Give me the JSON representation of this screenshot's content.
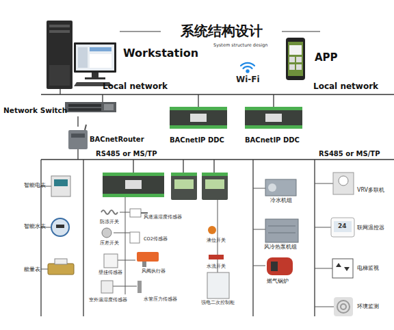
{
  "diagram": {
    "title": "系统结构设计",
    "nodes": [
      {
        "text": [
          "Workstation"
        ]
      },
      {
        "text": [
          "APP"
        ]
      },
      {
        "text": [
          "Network Switch"
        ]
      },
      {
        "text": [
          "BACnetRouter"
        ]
      },
      {
        "text": [
          "BACnetIP DDC"
        ]
      },
      {
        "text": [
          "BACnetIP DDC"
        ]
      },
      {
        "text": [
          "智能电表"
        ]
      },
      {
        "text": [
          "智能水表"
        ]
      },
      {
        "text": [
          "能量表"
        ]
      },
      {
        "text": [
          "防冻开关"
        ]
      },
      {
        "text": [
          "风道温湿度传感器"
        ]
      },
      {
        "text": [
          "压差开关"
        ]
      },
      {
        "text": [
          "CO2传感器"
        ]
      },
      {
        "text": [
          "壁挂传感器"
        ]
      },
      {
        "text": [
          "风阀执行器"
        ]
      },
      {
        "text": [
          "室外温湿度传感器"
        ]
      },
      {
        "text": [
          "水管压力传感器"
        ]
      },
      {
        "text": [
          "液位开关"
        ]
      },
      {
        "text": [
          "水流开关"
        ]
      },
      {
        "text": [
          "强电二次控制柜"
        ]
      },
      {
        "text": [
          "冷水机组"
        ]
      },
      {
        "text": [
          "风冷热泵机组"
        ]
      },
      {
        "text": [
          "燃气锅炉"
        ]
      },
      {
        "text": [
          "VRV多联机"
        ]
      },
      {
        "text": [
          "联网温控器"
        ]
      },
      {
        "text": [
          "电梯监视"
        ]
      },
      {
        "text": [
          "环境监测"
        ]
      }
    ],
    "edges": [
      {
        "from": 2,
        "to": 3,
        "arrow": "none"
      }
    ],
    "labels": [
      "System structure design",
      "Wi-Fi",
      "Local network",
      "Local network",
      "RS485 or MS/TP",
      "RS485 or MS/TP",
      "24"
    ]
  }
}
